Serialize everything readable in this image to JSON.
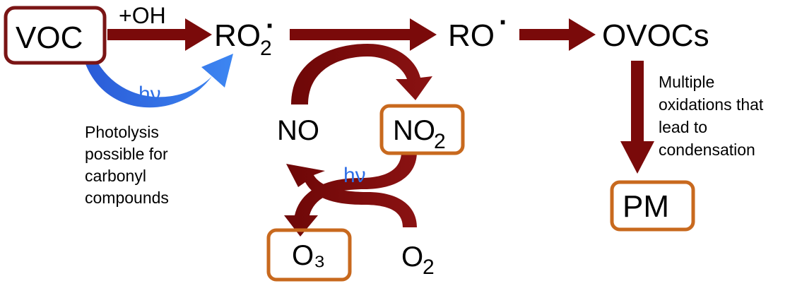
{
  "species": {
    "voc": "VOC",
    "ro2": "RO",
    "ro2_sub": "2",
    "ro2_dot": "·",
    "ro": "RO",
    "ro_dot": "·",
    "ovocs": "OVOCs",
    "no": "NO",
    "no2": "NO",
    "no2_sub": "2",
    "o3": "O₃",
    "o2": "O",
    "o2_sub": "2",
    "pm": "PM"
  },
  "labels": {
    "plus_oh": "+OH",
    "hv_upper": "hν",
    "hv_lower": "hν"
  },
  "notes": {
    "photolysis": [
      "Photolysis",
      "possible for",
      "carbonyl",
      "compounds"
    ],
    "oxidation": [
      "Multiple",
      "oxidations that",
      "lead to",
      "condensation"
    ]
  },
  "colors": {
    "arrow_dark": "#7a0a0a",
    "box_dark": "#7a1515",
    "box_orange": "#c8691e",
    "photolysis_blue": "#2f6fe6",
    "hv_text": "#2f6fe6"
  }
}
